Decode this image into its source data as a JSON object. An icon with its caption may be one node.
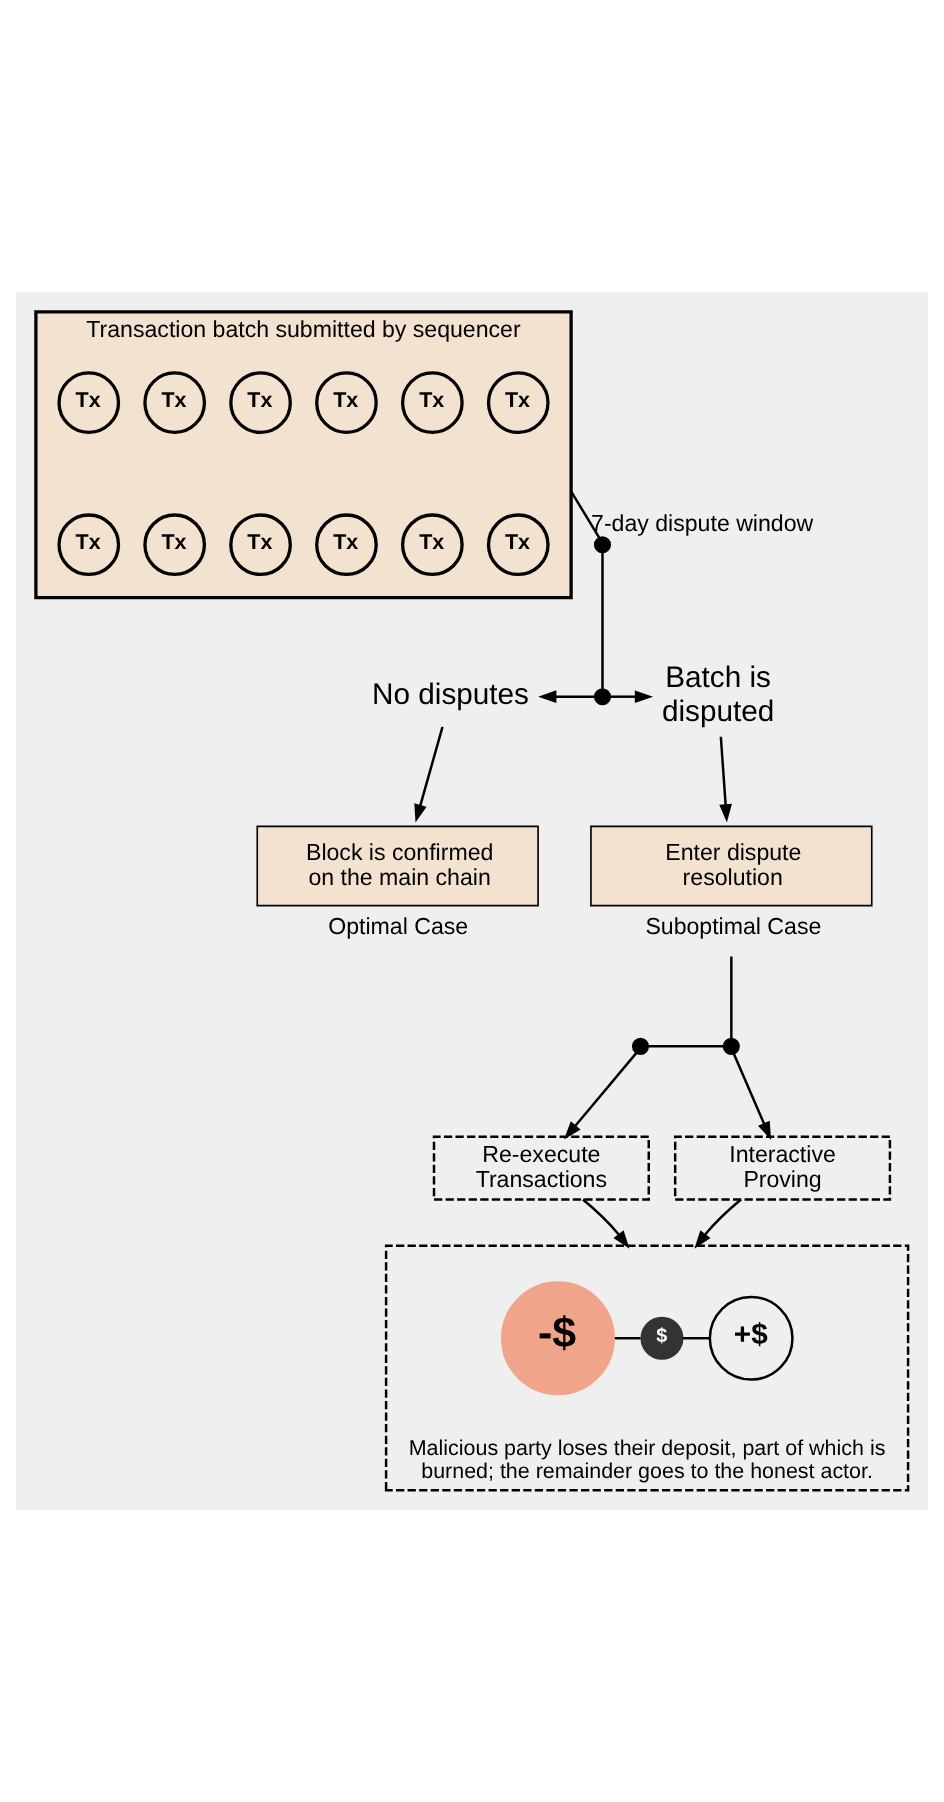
{
  "diagram": {
    "nodes": [
      {
        "text": [
          "Transaction batch submitted by sequencer"
        ]
      },
      {
        "text": [
          "Tx"
        ],
        "in": 0
      },
      {
        "text": [
          "Tx"
        ],
        "in": 0
      },
      {
        "text": [
          "Tx"
        ],
        "in": 0
      },
      {
        "text": [
          "Tx"
        ],
        "in": 0
      },
      {
        "text": [
          "Tx"
        ],
        "in": 0
      },
      {
        "text": [
          "Tx"
        ],
        "in": 0
      },
      {
        "text": [
          "Tx"
        ],
        "in": 0
      },
      {
        "text": [
          "Tx"
        ],
        "in": 0
      },
      {
        "text": [
          "Tx"
        ],
        "in": 0
      },
      {
        "text": [
          "Tx"
        ],
        "in": 0
      },
      {
        "text": [
          "Tx"
        ],
        "in": 0
      },
      {
        "text": [
          "Tx"
        ],
        "in": 0
      },
      {
        "text": [],
        "shape": "circle",
        "beside": [
          "7-day dispute window"
        ]
      },
      {
        "text": [],
        "shape": "circle"
      },
      {
        "text": [
          "No disputes"
        ]
      },
      {
        "text": [
          "Batch is disputed"
        ]
      },
      {
        "text": [
          "Block is confirmed on the main chain"
        ],
        "beside": [
          "Optimal Case"
        ]
      },
      {
        "text": [
          "Enter dispute resolution"
        ],
        "beside": [
          "Suboptimal Case"
        ]
      },
      {
        "text": [],
        "shape": "circle"
      },
      {
        "text": [],
        "shape": "circle"
      },
      {
        "text": [
          "Re-execute Transactions"
        ]
      },
      {
        "text": [
          "Interactive Proving"
        ]
      },
      {
        "text": [],
        "shape": "box",
        "beside": [
          "Malicious party loses their deposit, part of which is burned; the remainder goes to the honest actor."
        ]
      },
      {
        "text": [
          "-$"
        ],
        "in": 23
      },
      {
        "text": [
          "$"
        ],
        "in": 23
      },
      {
        "text": [
          "+$"
        ],
        "in": 23
      }
    ],
    "edges": [
      {
        "from": 0,
        "to": 13,
        "arrow": "none"
      },
      {
        "from": 13,
        "to": 14,
        "arrow": "none"
      },
      {
        "from": 14,
        "to": 15,
        "arrow": "to"
      },
      {
        "from": 14,
        "to": 16,
        "arrow": "to"
      },
      {
        "from": 15,
        "to": 17,
        "arrow": "to"
      },
      {
        "from": 16,
        "to": 18,
        "arrow": "to"
      },
      {
        "from": 18,
        "to": 20,
        "arrow": "none"
      },
      {
        "from": 20,
        "to": 19,
        "arrow": "none"
      },
      {
        "from": 19,
        "to": 21,
        "arrow": "to"
      },
      {
        "from": 20,
        "to": 22,
        "arrow": "to"
      },
      {
        "from": 21,
        "to": 23,
        "arrow": "to"
      },
      {
        "from": 22,
        "to": 23,
        "arrow": "to"
      },
      {
        "from": 24,
        "to": 25,
        "arrow": "none"
      },
      {
        "from": 25,
        "to": 26,
        "arrow": "none"
      }
    ]
  }
}
